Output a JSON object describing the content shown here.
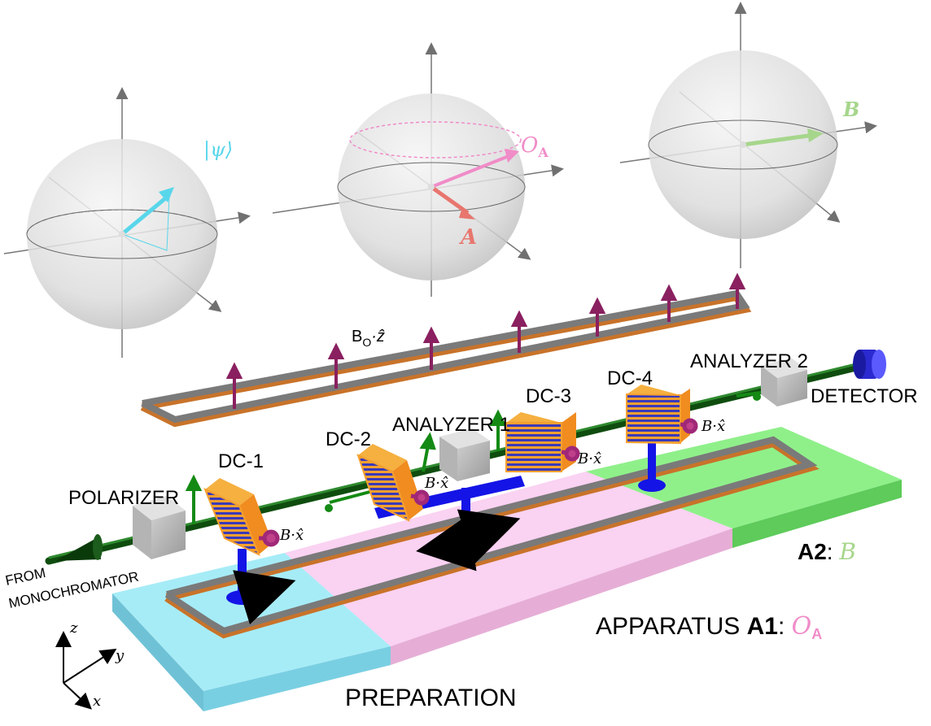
{
  "labels": {
    "psi": "|ψ⟩",
    "oa": "O",
    "oa_sub": "A",
    "a_vec": "A",
    "b_vec": "B",
    "b0z": "B",
    "b0z_sub": "O",
    "b0z_tail": "·ẑ",
    "polarizer": "POLARIZER",
    "dc1": "DC-1",
    "dc2": "DC-2",
    "dc3": "DC-3",
    "dc4": "DC-4",
    "analyzer1": "ANALYZER 1",
    "analyzer2": "ANALYZER 2",
    "detector": "DETECTOR",
    "from": "FROM",
    "monochromator": "MONOCHROMATOR",
    "bx": "B·x̂",
    "a2_prefix": "A2",
    "a2_colon": ": ",
    "a2_obs": "B",
    "apparatus": "APPARATUS ",
    "a1": "A1",
    "a1_colon": ": ",
    "a1_obs": "O",
    "a1_obs_sub": "A",
    "preparation": "PREPARATION",
    "axis_x": "x",
    "axis_y": "y",
    "axis_z": "z"
  },
  "colors": {
    "psi": "#58d6ea",
    "oa": "#f08cc8",
    "a_vec": "#e8766e",
    "b_vec": "#a6d68c",
    "preparation_zone": "#a6ecf7",
    "a1_zone": "#fad2f2",
    "a2_zone": "#8ff08a",
    "beam": "#0f4d0f",
    "coil_orange": "#f5a030",
    "coil_blue": "#3a3ab8",
    "field_arrow": "#8a2060",
    "stand_blue": "#1414e6",
    "rail_gray": "#7a7a7a",
    "rail_copper": "#c8732a"
  }
}
